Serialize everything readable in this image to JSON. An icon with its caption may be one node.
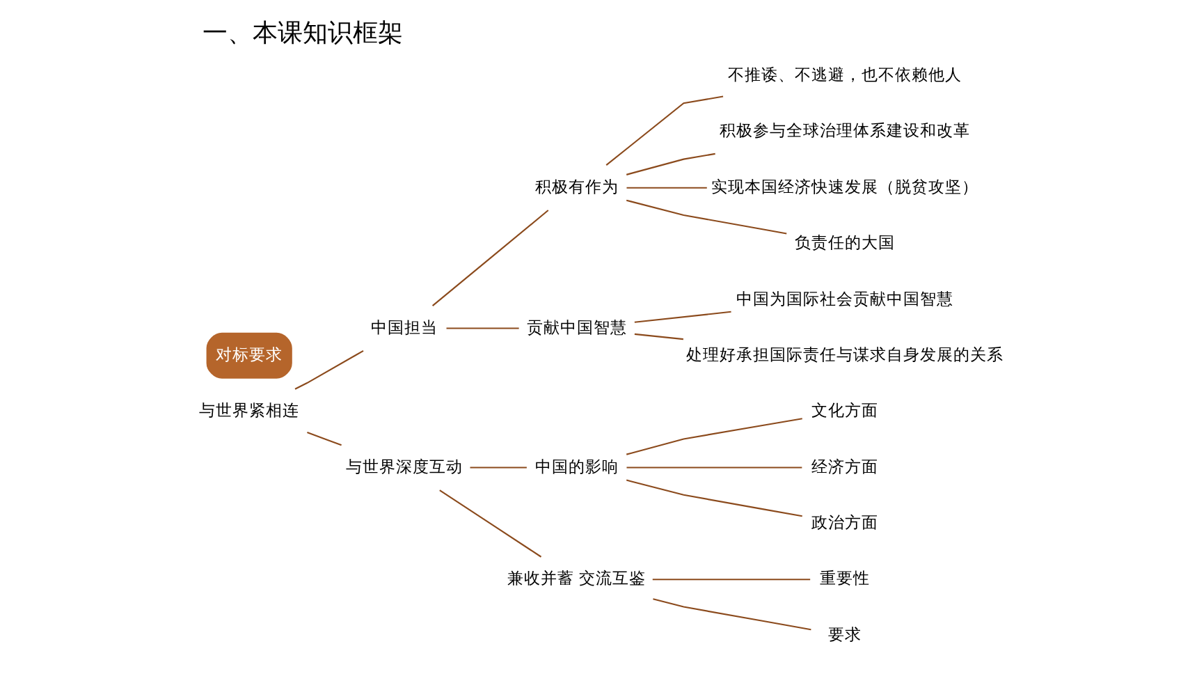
{
  "diagram": {
    "title": "一、本课知识框架",
    "nodes": [
      {
        "text": [
          "与世界紧相连"
        ]
      },
      {
        "text": [
          "中国担当"
        ]
      },
      {
        "text": [
          "积极有作为"
        ]
      },
      {
        "text": [
          "不推诿、不逃避，也不依赖他人"
        ]
      },
      {
        "text": [
          "积极参与全球治理体系建设和改革"
        ]
      },
      {
        "text": [
          "实现本国经济快速发展（脱贫攻坚）"
        ]
      },
      {
        "text": [
          "负责任的大国"
        ]
      },
      {
        "text": [
          "贡献中国智慧"
        ]
      },
      {
        "text": [
          "中国为国际社会贡献中国智慧"
        ]
      },
      {
        "text": [
          "处理好承担国际责任与谋求自身发展的关系"
        ]
      },
      {
        "text": [
          "与世界深度互动"
        ]
      },
      {
        "text": [
          "中国的影响"
        ]
      },
      {
        "text": [
          "文化方面"
        ]
      },
      {
        "text": [
          "经济方面"
        ]
      },
      {
        "text": [
          "政治方面"
        ]
      },
      {
        "text": [
          "兼收并蓄 交流互鉴"
        ]
      },
      {
        "text": [
          "重要性"
        ]
      },
      {
        "text": [
          "要求"
        ]
      },
      {
        "text": [
          "对标要求"
        ]
      }
    ],
    "edges": [
      {
        "from": 0,
        "to": 1,
        "arrow": "none"
      },
      {
        "from": 0,
        "to": 10,
        "arrow": "none"
      },
      {
        "from": 1,
        "to": 2,
        "arrow": "none"
      },
      {
        "from": 1,
        "to": 7,
        "arrow": "none"
      },
      {
        "from": 2,
        "to": 3,
        "arrow": "none"
      },
      {
        "from": 2,
        "to": 4,
        "arrow": "none"
      },
      {
        "from": 2,
        "to": 5,
        "arrow": "none"
      },
      {
        "from": 2,
        "to": 6,
        "arrow": "none"
      },
      {
        "from": 7,
        "to": 8,
        "arrow": "none"
      },
      {
        "from": 7,
        "to": 9,
        "arrow": "none"
      },
      {
        "from": 10,
        "to": 11,
        "arrow": "none"
      },
      {
        "from": 10,
        "to": 15,
        "arrow": "none"
      },
      {
        "from": 11,
        "to": 12,
        "arrow": "none"
      },
      {
        "from": 11,
        "to": 13,
        "arrow": "none"
      },
      {
        "from": 11,
        "to": 14,
        "arrow": "none"
      },
      {
        "from": 15,
        "to": 16,
        "arrow": "none"
      },
      {
        "from": 15,
        "to": 17,
        "arrow": "none"
      }
    ]
  }
}
